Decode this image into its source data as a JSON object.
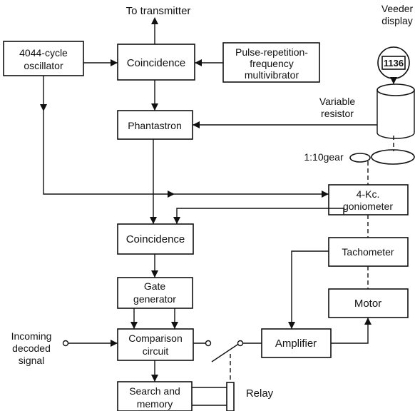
{
  "labels": {
    "to_transmitter": "To transmitter",
    "oscillator": [
      "4044-cycle",
      "oscillator"
    ],
    "coincidence_top": "Coincidence",
    "prf_multivibrator": [
      "Pulse-repetition-",
      "frequency",
      "multivibrator"
    ],
    "veeder_display": [
      "Veeder",
      "display"
    ],
    "veeder_counter": "1136",
    "phantastron": "Phantastron",
    "variable_resistor": [
      "Variable",
      "resistor"
    ],
    "gear": "1:10gear",
    "goniometer": [
      "4-Kc.",
      "goniometer"
    ],
    "coincidence_mid": "Coincidence",
    "tachometer": "Tachometer",
    "gate_generator": [
      "Gate",
      "generator"
    ],
    "motor": "Motor",
    "incoming_signal": [
      "Incoming",
      "decoded",
      "signal"
    ],
    "comparison_circuit": [
      "Comparison",
      "circuit"
    ],
    "amplifier": "Amplifier",
    "search_memory": [
      "Search and",
      "memory"
    ],
    "relay": "Relay"
  }
}
